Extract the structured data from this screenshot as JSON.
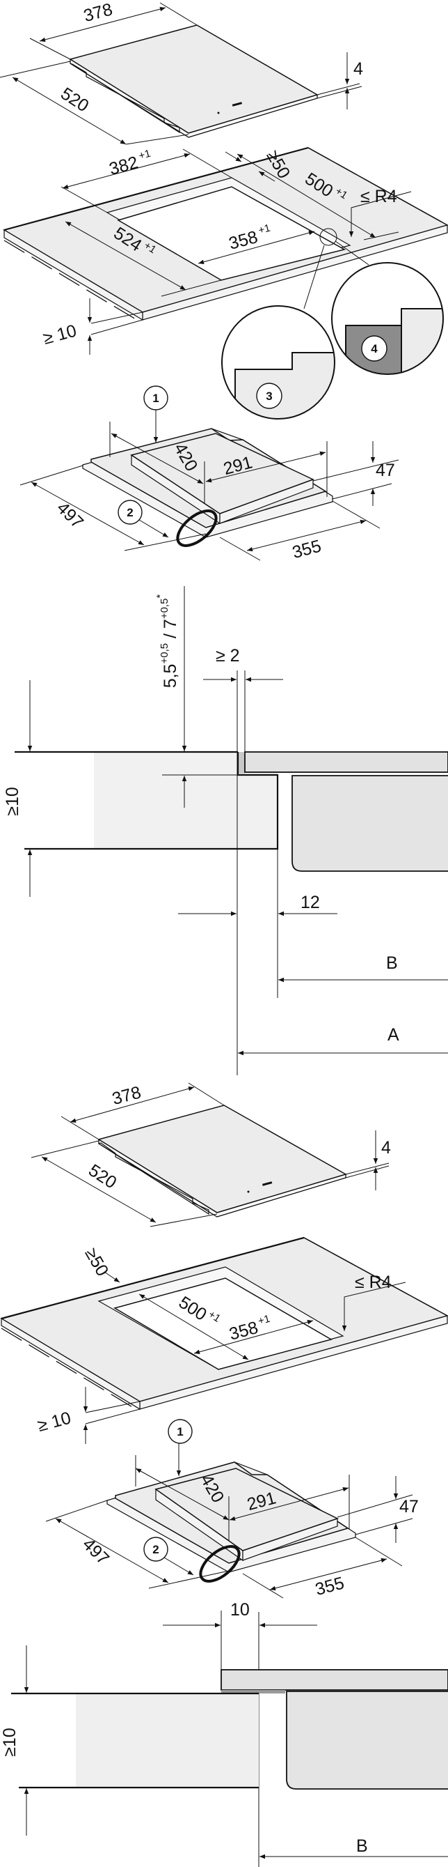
{
  "figure_1": {
    "hob_width": "378",
    "hob_depth": "520",
    "glass_thickness": "4",
    "cutout_width": "382",
    "cutout_width_tol": "+1",
    "back_clearance": "≥50",
    "cutout_depth": "500",
    "cutout_depth_tol": "+1",
    "corner_radius": "≤ R4",
    "outer_depth": "524",
    "outer_depth_tol": "+1",
    "inner_width": "358",
    "inner_width_tol": "+1",
    "worktop_thickness": "≥ 10",
    "detail_3": "3",
    "detail_4": "4"
  },
  "figure_2": {
    "callout_1": "1",
    "callout_2": "2",
    "depth_420": "420",
    "width_291": "291",
    "height_47": "47",
    "depth_497": "497",
    "width_355": "355"
  },
  "figure_3": {
    "rebate_depth_a": "5,5",
    "rebate_tol_a": "+0,5",
    "separator": " / 7",
    "rebate_tol_b": "+0,5",
    "asterisk": "*",
    "gap_min": "≥ 2",
    "worktop_thickness": "≥10",
    "offset_12": "12",
    "label_b": "B",
    "label_a": "A"
  },
  "figure_4": {
    "hob_width": "378",
    "hob_depth": "520",
    "glass_thickness": "4",
    "back_clearance": "≥50",
    "cutout_depth": "500",
    "cutout_depth_tol": "+1",
    "inner_width": "358",
    "inner_width_tol": "+1",
    "corner_radius": "≤ R4",
    "worktop_thickness": "≥ 10",
    "callout_1": "1"
  },
  "figure_5": {
    "callout_2": "2",
    "depth_420": "420",
    "width_291": "291",
    "height_47": "47",
    "depth_497": "497",
    "width_355": "355",
    "overhang_10": "10",
    "worktop_thickness": "≥10",
    "label_b": "B"
  }
}
